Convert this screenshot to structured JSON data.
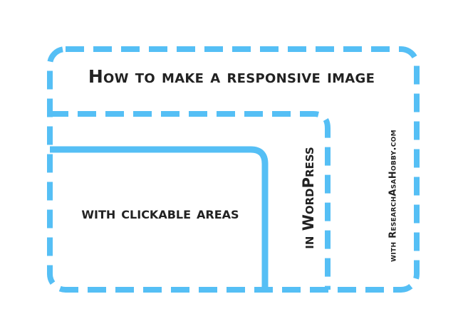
{
  "diagram": {
    "title": "How to make a responsive image",
    "inner_box_label": "with clickable areas",
    "middle_box_label": "in WordPress",
    "outer_box_label": "with ResearchAsaHobby.com"
  },
  "colors": {
    "accent_blue": "#55bff5",
    "text": "#222222",
    "background": "#ffffff"
  }
}
